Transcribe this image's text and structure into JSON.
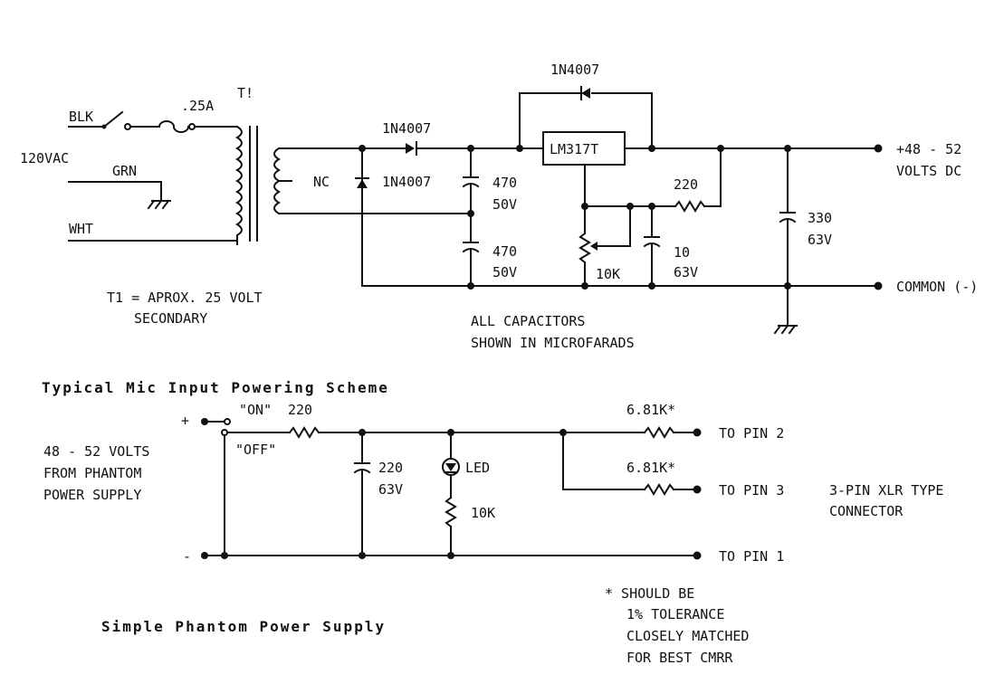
{
  "supply": {
    "input_voltage": "120VAC",
    "wire_black": "BLK",
    "wire_green": "GRN",
    "wire_white": "WHT",
    "fuse": ".25A",
    "transformer": "T!",
    "nc": "NC",
    "diode_1": "1N4007",
    "diode_2": "1N4007",
    "diode_3": "1N4007",
    "regulator": "LM317T",
    "cap_1_value": "470",
    "cap_1_voltage": "50V",
    "cap_2_value": "470",
    "cap_2_voltage": "50V",
    "resistor_220": "220",
    "pot_10k": "10K",
    "cap_10_value": "10",
    "cap_10_voltage": "63V",
    "cap_330_value": "330",
    "cap_330_voltage": "63V",
    "output_plus_line1": "+48 - 52",
    "output_plus_line2": "VOLTS DC",
    "output_common": "COMMON (-)",
    "note_t1_line1": "T1 = APROX. 25 VOLT",
    "note_t1_line2": "SECONDARY",
    "note_caps_line1": "ALL CAPACITORS",
    "note_caps_line2": "SHOWN IN MICROFARADS"
  },
  "mic": {
    "heading": "Typical Mic Input Powering Scheme",
    "plus": "+",
    "minus": "-",
    "switch_on": "\"ON\"",
    "resistor_220": "220",
    "switch_off": "\"OFF\"",
    "source_line1": "48 - 52 VOLTS",
    "source_line2": "FROM PHANTOM",
    "source_line3": "POWER SUPPLY",
    "cap_value": "220",
    "cap_voltage": "63V",
    "led": "LED",
    "led_resistor": "10K",
    "r_pin2": "6.81K*",
    "r_pin3": "6.81K*",
    "pin2": "TO PIN 2",
    "pin3": "TO PIN 3",
    "pin1": "TO PIN 1",
    "connector_line1": "3-PIN XLR TYPE",
    "connector_line2": "CONNECTOR",
    "footnote_line1": "* SHOULD BE",
    "footnote_line2": "1% TOLERANCE",
    "footnote_line3": "CLOSELY MATCHED",
    "footnote_line4": "FOR BEST CMRR",
    "title": "Simple Phantom Power Supply"
  }
}
